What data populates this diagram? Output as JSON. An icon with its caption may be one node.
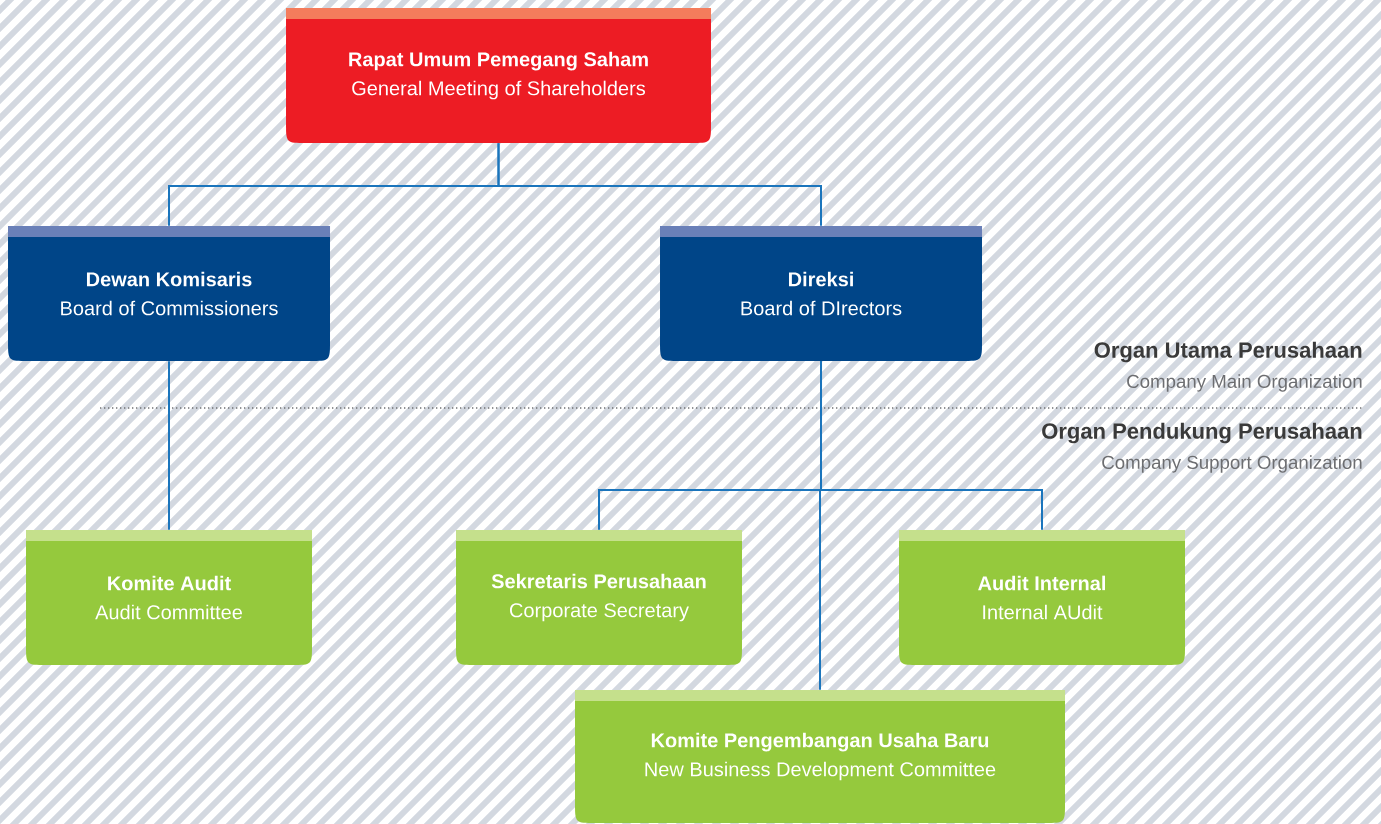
{
  "diagram": {
    "nodes": [
      {
        "text": [
          "Rapat Umum Pemegang Saham",
          "General Meeting of Shareholders"
        ]
      },
      {
        "text": [
          "Dewan Komisaris",
          "Board of Commissioners"
        ]
      },
      {
        "text": [
          "Direksi",
          "Board of DIrectors"
        ]
      },
      {
        "text": [
          "Komite Audit",
          "Audit Committee"
        ]
      },
      {
        "text": [
          "Sekretaris Perusahaan",
          "Corporate Secretary"
        ]
      },
      {
        "text": [
          "Audit Internal",
          "Internal AUdit"
        ]
      },
      {
        "text": [
          "Komite Pengembangan Usaha Baru",
          "New Business Development Committee"
        ]
      }
    ],
    "edges": [
      {
        "from": 0,
        "to": 1,
        "arrow": "none"
      },
      {
        "from": 0,
        "to": 2,
        "arrow": "none"
      },
      {
        "from": 1,
        "to": 3,
        "arrow": "none"
      },
      {
        "from": 2,
        "to": 4,
        "arrow": "none"
      },
      {
        "from": 2,
        "to": 5,
        "arrow": "none"
      },
      {
        "from": 2,
        "to": 6,
        "arrow": "none"
      }
    ],
    "labels": [
      "Organ Utama Perusahaan",
      "Company Main Organization",
      "Organ Pendukung Perusahaan",
      "Company Support Organization"
    ]
  }
}
